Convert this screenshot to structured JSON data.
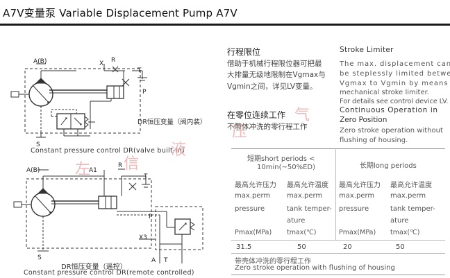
{
  "header": {
    "title": "A7V变量泵 Variable Displacement Pump A7V"
  },
  "diagram1": {
    "port_a": "A(B)",
    "port_r": "R",
    "port_x": "X",
    "port_t": "T",
    "port_s": "S",
    "port_p": "P",
    "cn_label": "DR恒压变量（阀内装）",
    "en_label": "Constant pressure control DR(valve built-in)"
  },
  "diagram2": {
    "port_a": "A(B)",
    "port_a1": "A1",
    "port_r": "R",
    "port_t": "T",
    "port_s": "S",
    "port_p": "P",
    "port_x3": "X3",
    "port_a2": "A",
    "port_t2": "T",
    "cn_label": "DR恒压变量（遥控）",
    "en_label": "Constant pressure control DR(remote controlled)"
  },
  "watermark": [
    "左",
    "信",
    "液",
    "压",
    "气"
  ],
  "stroke_limiter": {
    "cn_title": "行程限位",
    "cn_body": [
      "借助于机械行程限位器可把最",
      "大排量无级地限制在Vgmax与",
      "Vgmin之间，详见LV变量。"
    ],
    "en_title": "Stroke Limiter",
    "en_body": [
      "The max. displacement can",
      "be steplessly limited between",
      "Vgmax to Vgmin by means of a",
      "mechanical stroke limiter.",
      "For details see control device LV."
    ]
  },
  "zero_position": {
    "cn_title": "在零位连续工作",
    "cn_body": "不带体冲洗的零行程工作",
    "en_title": [
      "Continuous Operation in",
      "Zero Position"
    ],
    "en_body": [
      "Zero stroke operation without",
      "flushing of housing."
    ]
  },
  "table": {
    "short_header": [
      "短期short periods <",
      "10min(~50%ED)"
    ],
    "long_header": "长期long periods",
    "col_heads": [
      [
        "最高允许压力",
        "max.perm",
        "pressure",
        "Pmax(MPa)"
      ],
      [
        "最高允许温度",
        "max.perm",
        "tank temper-",
        "ature",
        "tmax(℃)"
      ],
      [
        "最高允许压力",
        "max.perm",
        "pressure",
        "Pmax(MPa)"
      ],
      [
        "最高允许温度",
        "max.perm",
        "tank temper-",
        "ature",
        "tmax(℃)"
      ]
    ],
    "values": [
      "31.5",
      "50",
      "20",
      "50"
    ],
    "footer_cn": "带壳体冲洗的零行程工作",
    "footer_en": "Zero stroke operation with flushing of housing"
  }
}
